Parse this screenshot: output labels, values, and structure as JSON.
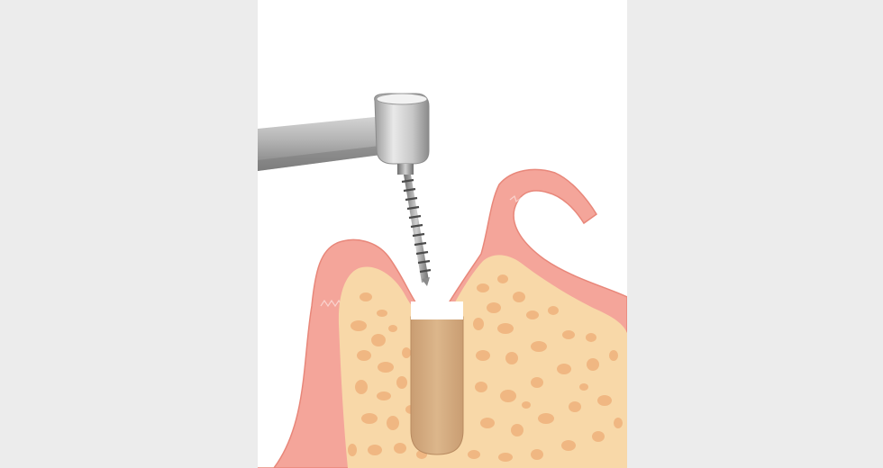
{
  "illustration": {
    "subject": "dental-implant-drilling",
    "elements": [
      "handpiece",
      "drill-bit",
      "gingiva",
      "alveolar-bone",
      "osteotomy-socket"
    ]
  },
  "colors": {
    "background_outer": "#ececec",
    "panel": "#ffffff",
    "gum": "#f4a59a",
    "gum_edge": "#e8877a",
    "bone": "#f8d8a8",
    "bone_spots": "#efb27c",
    "socket": "#d7ae83",
    "metal_light": "#e6e6e6",
    "metal_dark": "#8c8c8c"
  }
}
